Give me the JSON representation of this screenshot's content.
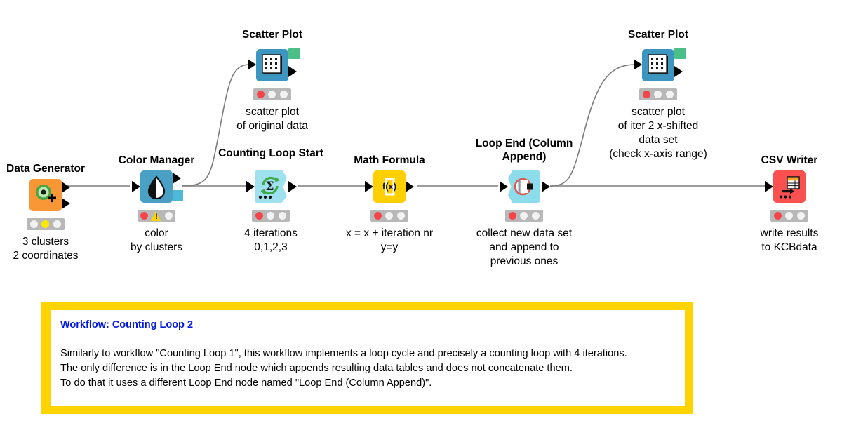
{
  "workflow": {
    "nodes": [
      {
        "id": "data-generator",
        "title": "Data Generator",
        "description": "3 clusters\n2 coordinates",
        "color": "#f99636",
        "status": [
          "off",
          "yellow",
          "off"
        ]
      },
      {
        "id": "color-manager",
        "title": "Color Manager",
        "description": "color\nby clusters",
        "color": "#4a9fc4",
        "status": [
          "red",
          "warning",
          "off"
        ]
      },
      {
        "id": "scatter-plot-1",
        "title": "Scatter Plot",
        "description": "scatter plot\nof original data",
        "color": "#3d96bf",
        "status": [
          "red",
          "off",
          "off"
        ]
      },
      {
        "id": "counting-loop-start",
        "title": "Counting Loop Start",
        "description": "4 iterations\n0,1,2,3",
        "color": "#9fe1ef",
        "status": [
          "red",
          "off",
          "off"
        ]
      },
      {
        "id": "math-formula",
        "title": "Math Formula",
        "description": "x = x + iteration nr\ny=y",
        "color": "#ffd000",
        "status": [
          "red",
          "off",
          "off"
        ]
      },
      {
        "id": "loop-end-column-append",
        "title": "Loop End (Column\nAppend)",
        "description": "collect new data set\nand append to\nprevious ones",
        "color": "#8ddcec",
        "status": [
          "red",
          "off",
          "off"
        ]
      },
      {
        "id": "scatter-plot-2",
        "title": "Scatter Plot",
        "description": "scatter plot\nof iter 2 x-shifted\ndata set\n(check x-axis range)",
        "color": "#3d96bf",
        "status": [
          "red",
          "off",
          "off"
        ]
      },
      {
        "id": "csv-writer",
        "title": "CSV Writer",
        "description": "write results\nto KCBdata",
        "color": "#fa5050",
        "status": [
          "red",
          "off",
          "off"
        ]
      }
    ]
  },
  "annotation": {
    "title": "Workflow: Counting Loop 2",
    "body": "Similarly to workflow \"Counting Loop 1\", this workflow implements a loop cycle and precisely a counting loop with 4 iterations.\nThe only difference is in the Loop End node which appends resulting data tables and does not concatenate them.\nTo do that it uses a different Loop End node named \"Loop End (Column Append)\".",
    "border_color": "#ffd400",
    "title_color": "#0018e0"
  },
  "colors": {
    "wire": "#7c7c7c",
    "background": "#ffffff"
  }
}
